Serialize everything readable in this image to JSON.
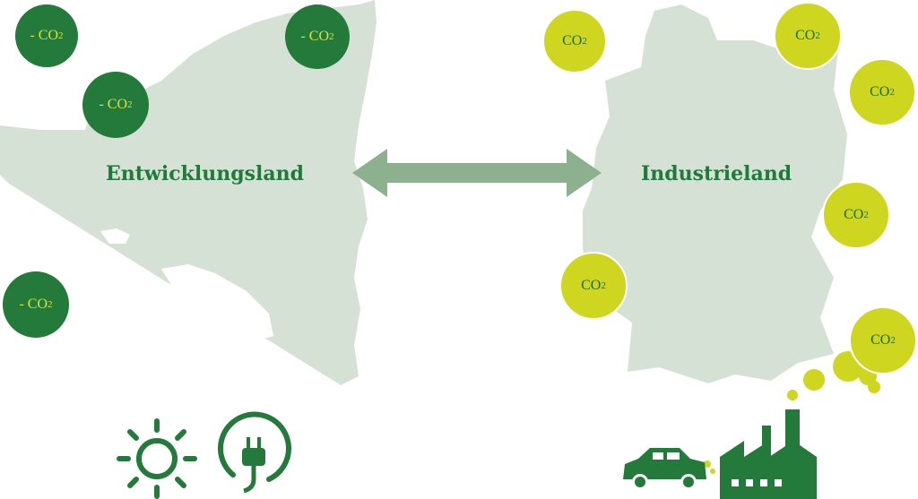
{
  "left_country": {
    "label": "Entwicklungsland"
  },
  "right_country": {
    "label": "Industrieland"
  },
  "negative_emission": {
    "prefix": "- CO",
    "subscript": "2"
  },
  "positive_emission": {
    "prefix": "CO",
    "subscript": "2"
  },
  "icons": [
    "sun-icon",
    "plug-icon",
    "car-icon",
    "factory-icon",
    "smoke-icon",
    "double-arrow-icon"
  ],
  "colors": {
    "map": "#d6e1d5",
    "dark_green": "#237a3a",
    "label_green": "#1f7a3c",
    "yellow_green": "#cfd61f",
    "arrow": "#8db08e"
  }
}
